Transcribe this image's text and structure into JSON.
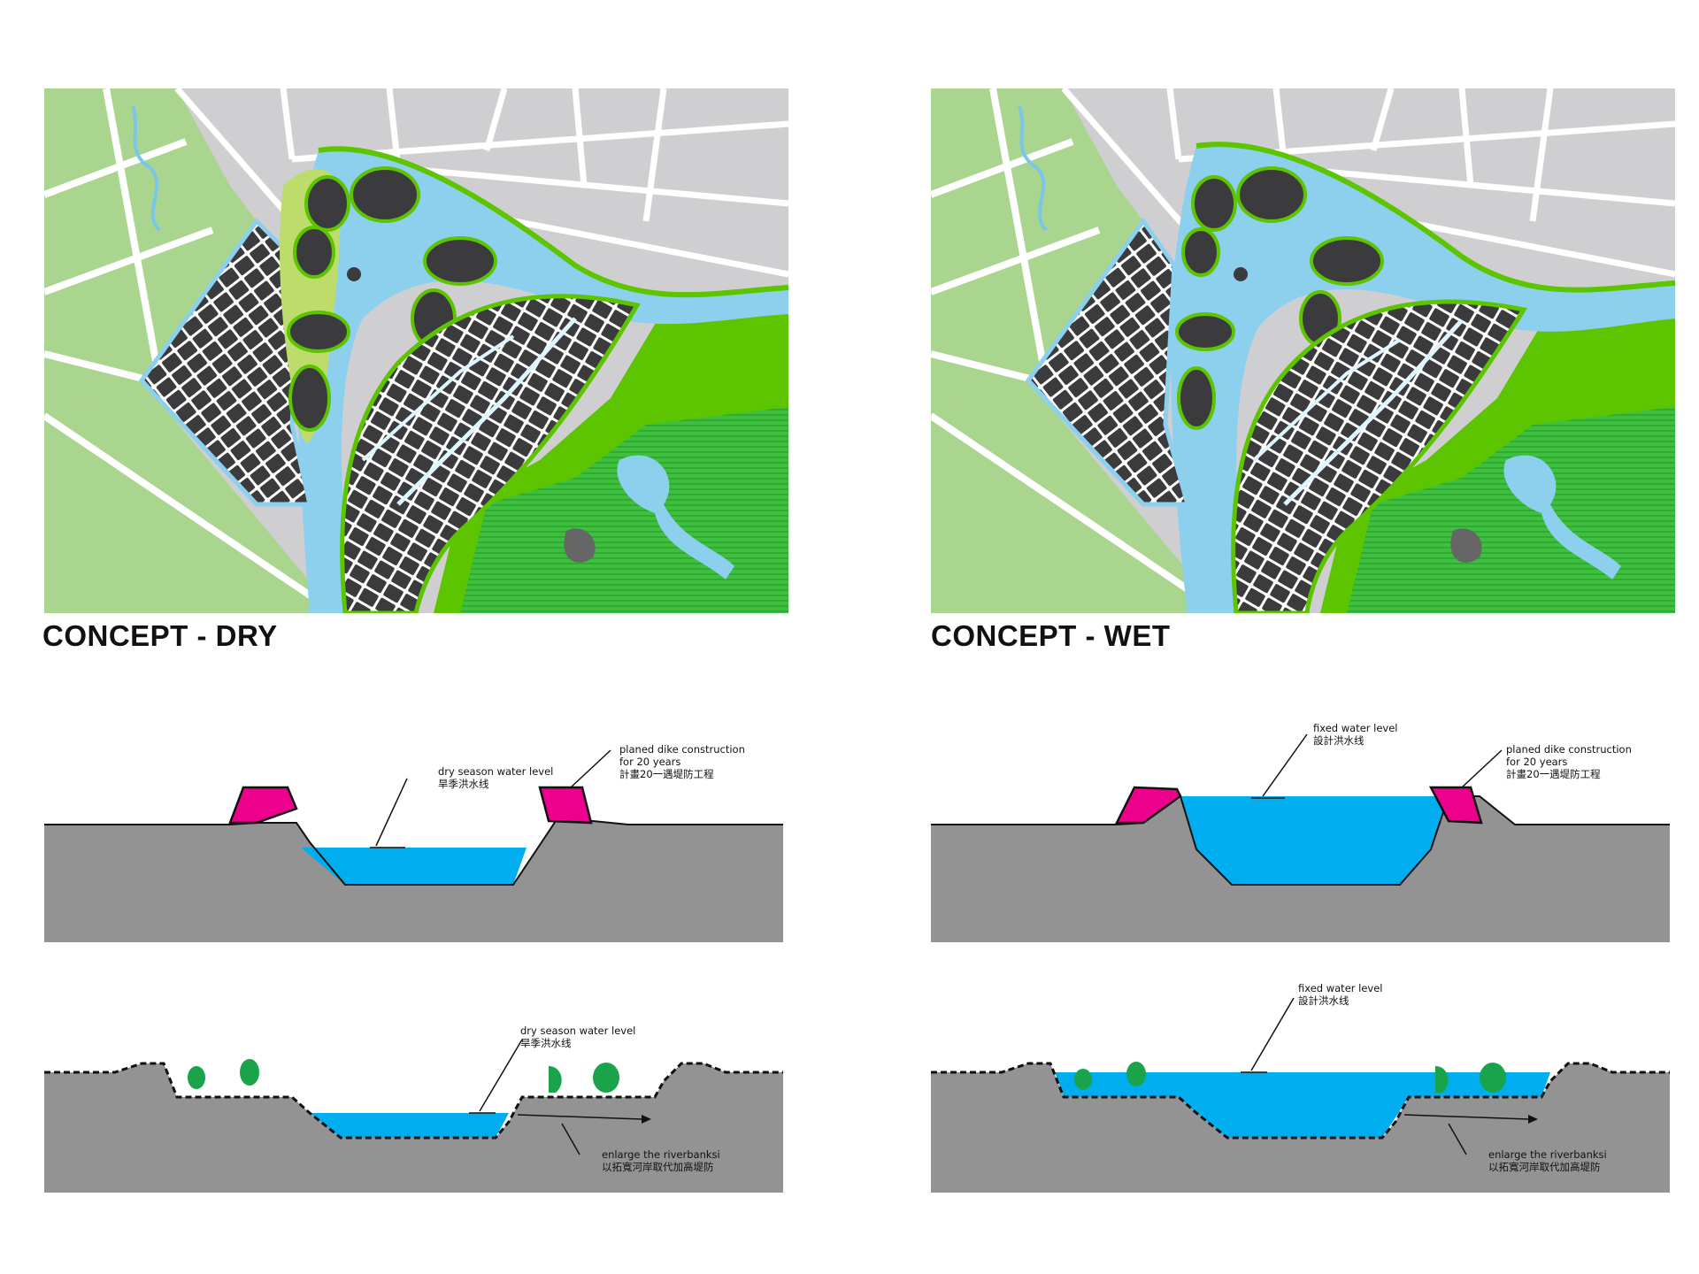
{
  "dry": {
    "title": "CONCEPT - DRY",
    "section_top": {
      "water_label_en": "dry season water level",
      "water_label_zh": "旱季洪水线",
      "dike_label_en": "planed dike construction for 20 years",
      "dike_label_zh": "計畫20一遇堤防工程"
    },
    "section_bottom": {
      "water_label_en": "dry season water level",
      "water_label_zh": "旱季洪水线",
      "bank_label_en": "enlarge the riverbanksi",
      "bank_label_zh": "以拓寬河岸取代加高堤防"
    }
  },
  "wet": {
    "title": "CONCEPT - WET",
    "section_top": {
      "water_label_en": "fixed water level",
      "water_label_zh": "設計洪水线",
      "dike_label_en": "planed dike construction for 20 years",
      "dike_label_zh": "計畫20一遇堤防工程"
    },
    "section_bottom": {
      "water_label_en": "fixed water level",
      "water_label_zh": "設計洪水线",
      "bank_label_en": "enlarge the riverbanksi",
      "bank_label_zh": "以拓寬河岸取代加高堤防"
    }
  },
  "colors": {
    "ground": "#939393",
    "water": "#00aeef",
    "dike": "#ec008c",
    "tree": "#1aa34a",
    "map_river": "#8dd0ee",
    "map_urban": "#cfcfd1",
    "map_blocks": "#3b3b3d",
    "map_park": "#5dc400",
    "map_field": "#a9d58e"
  }
}
